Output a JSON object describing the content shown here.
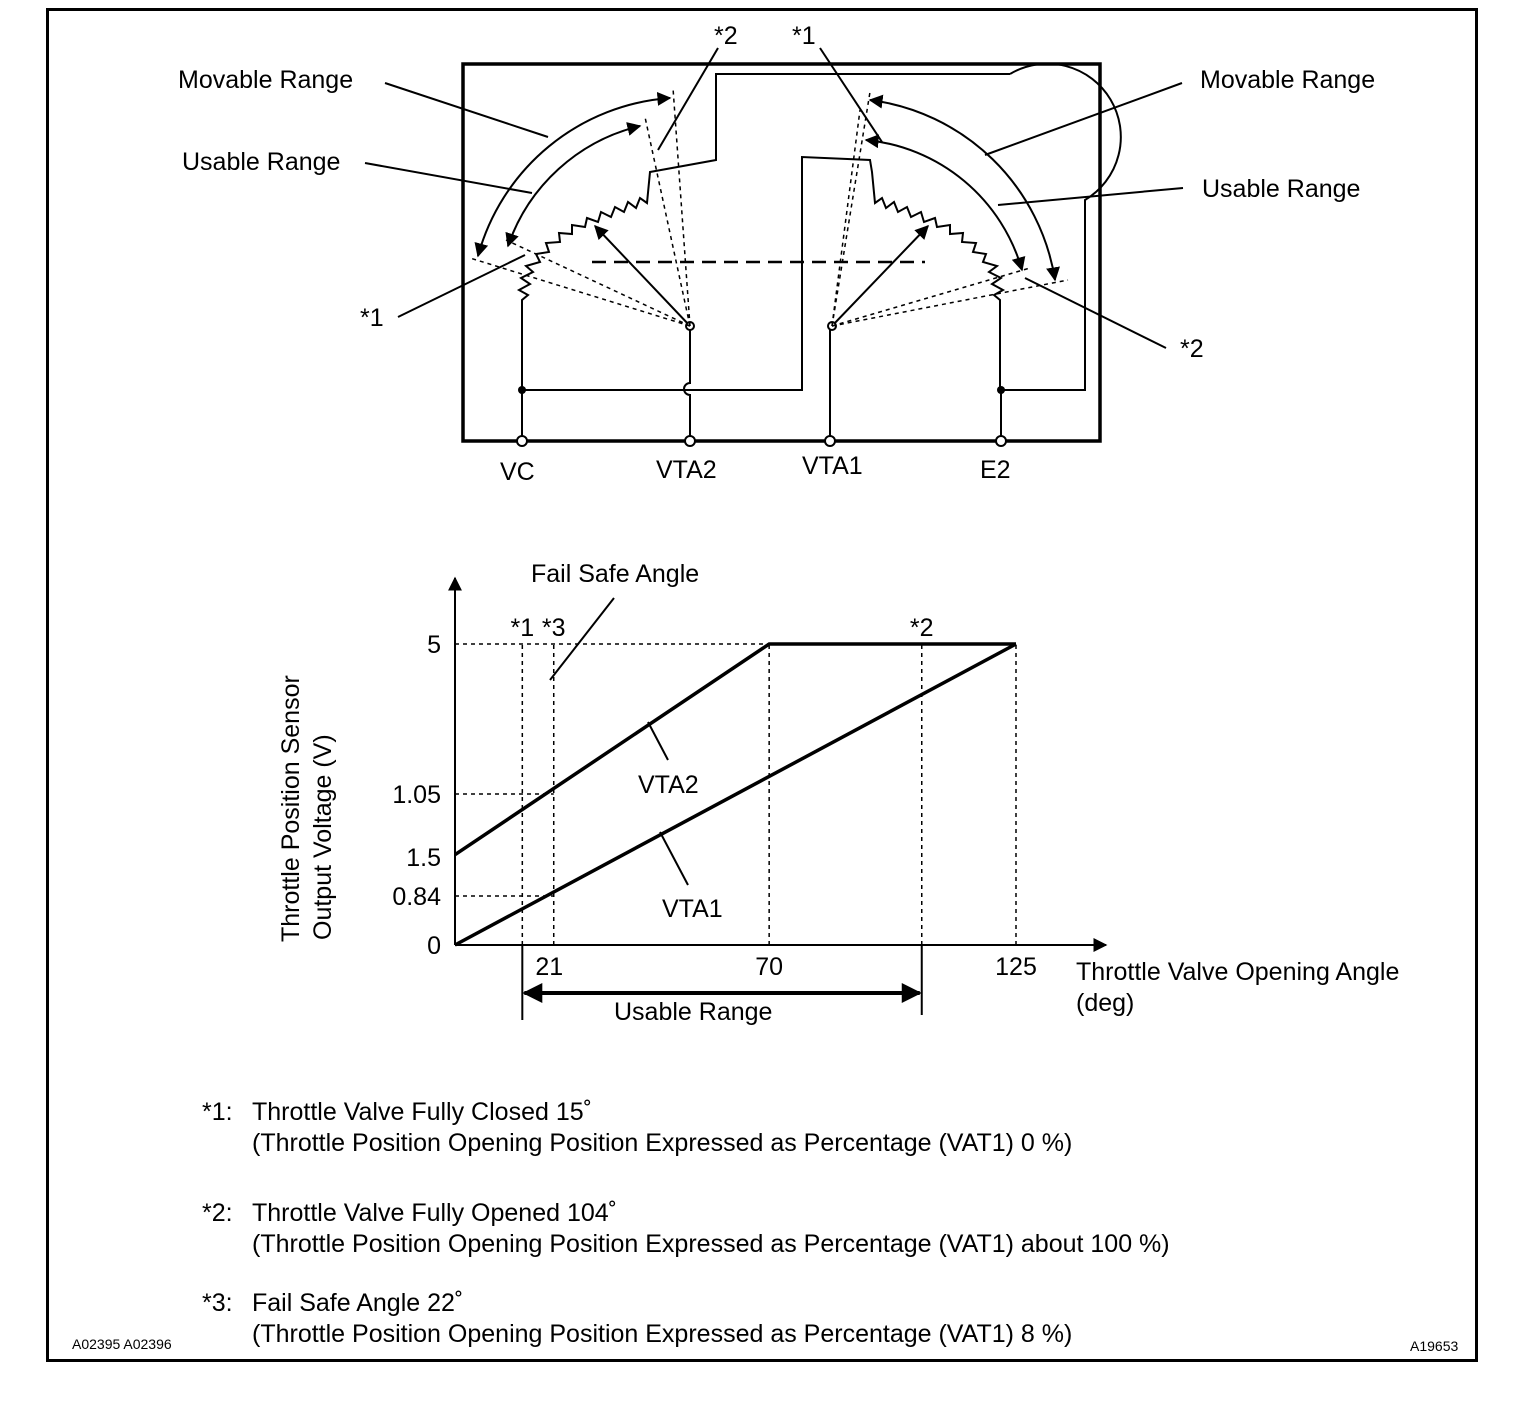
{
  "circuit": {
    "left_movable_range": "Movable Range",
    "left_usable_range": "Usable Range",
    "right_movable_range": "Movable Range",
    "right_usable_range": "Usable Range",
    "left_note1": "*1",
    "left_note2": "*2",
    "right_note1": "*1",
    "right_note2": "*2",
    "terminals": [
      "VC",
      "VTA2",
      "VTA1",
      "E2"
    ]
  },
  "chart_data": {
    "type": "line",
    "ylabel_line1": "Throttle Position Sensor",
    "ylabel_line2": "Output Voltage (V)",
    "xlabel_line1": "Throttle Valve Opening Angle",
    "xlabel_line2": "(deg)",
    "xlim": [
      0,
      125
    ],
    "ylim": [
      0,
      5
    ],
    "x_ticks": [
      {
        "value": 21,
        "label": "21"
      },
      {
        "value": 70,
        "label": "70"
      },
      {
        "value": 125,
        "label": "125"
      }
    ],
    "y_ticks": [
      {
        "value": 0,
        "label": "0"
      },
      {
        "value": 0.84,
        "label": "0.84"
      },
      {
        "value": 1.5,
        "label": "1.5"
      },
      {
        "value": 1.05,
        "label": "1.05"
      },
      {
        "value": 5,
        "label": "5"
      }
    ],
    "series": [
      {
        "name": "VTA2",
        "x": [
          0,
          70,
          125
        ],
        "y": [
          1.5,
          5,
          5
        ]
      },
      {
        "name": "VTA1",
        "x": [
          0,
          125
        ],
        "y": [
          0,
          5
        ]
      }
    ],
    "markers": [
      {
        "label": "*1",
        "x": 15
      },
      {
        "label": "*3",
        "x": 22
      },
      {
        "label": "*2",
        "x": 104
      }
    ],
    "annotations": {
      "fail_safe": "Fail Safe Angle",
      "usable_range": "Usable Range",
      "usable_from": 15,
      "usable_to": 104
    }
  },
  "notes": [
    {
      "key": "*1:",
      "line1": "Throttle Valve Fully Closed 15˚",
      "line2": "(Throttle Position Opening Position Expressed as Percentage (VAT1) 0 %)"
    },
    {
      "key": "*2:",
      "line1": "Throttle Valve Fully Opened 104˚",
      "line2": "(Throttle Position Opening Position Expressed as Percentage (VAT1) about 100 %)"
    },
    {
      "key": "*3:",
      "line1": "Fail Safe Angle 22˚",
      "line2": "(Throttle Position Opening Position Expressed as Percentage (VAT1) 8 %)"
    }
  ],
  "footer": {
    "left_code": "A02395 A02396",
    "right_code": "A19653"
  }
}
